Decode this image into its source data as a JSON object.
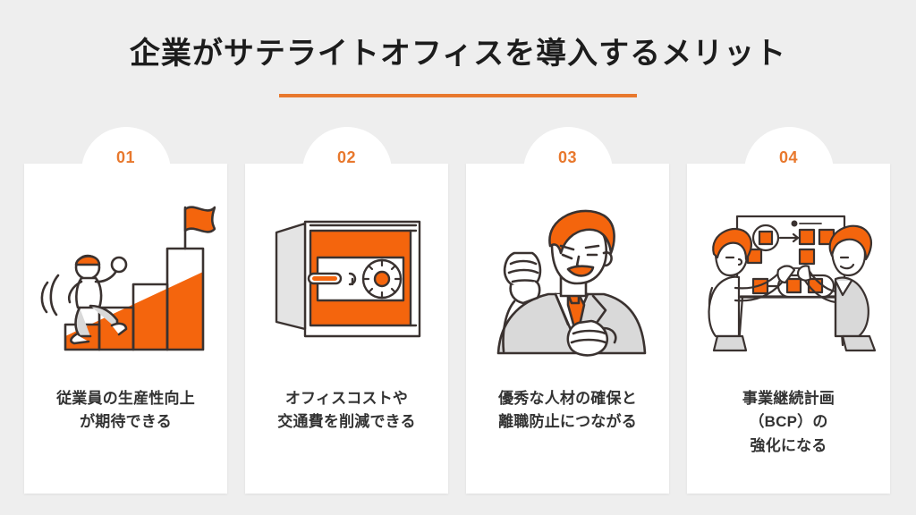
{
  "slide": {
    "title": "企業がサテライトオフィスを導入するメリット",
    "background_color": "#eeeeee",
    "accent_color": "#e8782d",
    "text_color": "#333333"
  },
  "cards": [
    {
      "number": "01",
      "illustration": "person-climbing-bar-chart-with-flag-icon",
      "caption_lines": [
        "従業員の生産性向上",
        "が期待できる"
      ]
    },
    {
      "number": "02",
      "illustration": "safe-vault-icon",
      "caption_lines": [
        "オフィスコストや",
        "交通費を削減できる"
      ]
    },
    {
      "number": "03",
      "illustration": "confident-businessman-icon",
      "caption_lines": [
        "優秀な人材の確保と",
        "離職防止につながる"
      ]
    },
    {
      "number": "04",
      "illustration": "whiteboard-planning-team-icon",
      "caption_lines": [
        "事業継続計画",
        "（BCP）の",
        "強化になる"
      ]
    }
  ]
}
